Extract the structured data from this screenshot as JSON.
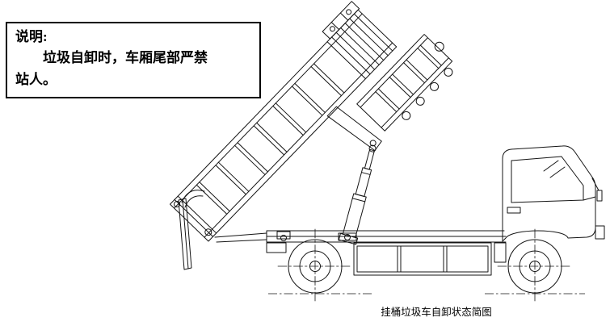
{
  "note": {
    "title": "说明:",
    "lines": [
      "垃圾自卸时，车厢尾部严禁",
      "站人。"
    ]
  },
  "caption": "挂桶垃圾车自卸状态简图",
  "drawing": {
    "type": "technical-line-drawing",
    "parts": [
      "truck-cab",
      "raised-dump-bed",
      "bucket-lifter-frame",
      "telescopic-hoist-cylinder",
      "chassis-frame",
      "tool-box",
      "open-tailgate",
      "rear-wheel",
      "front-wheel",
      "ground-line"
    ]
  },
  "colors": {
    "ink": "#141414",
    "background": "#ffffff"
  }
}
